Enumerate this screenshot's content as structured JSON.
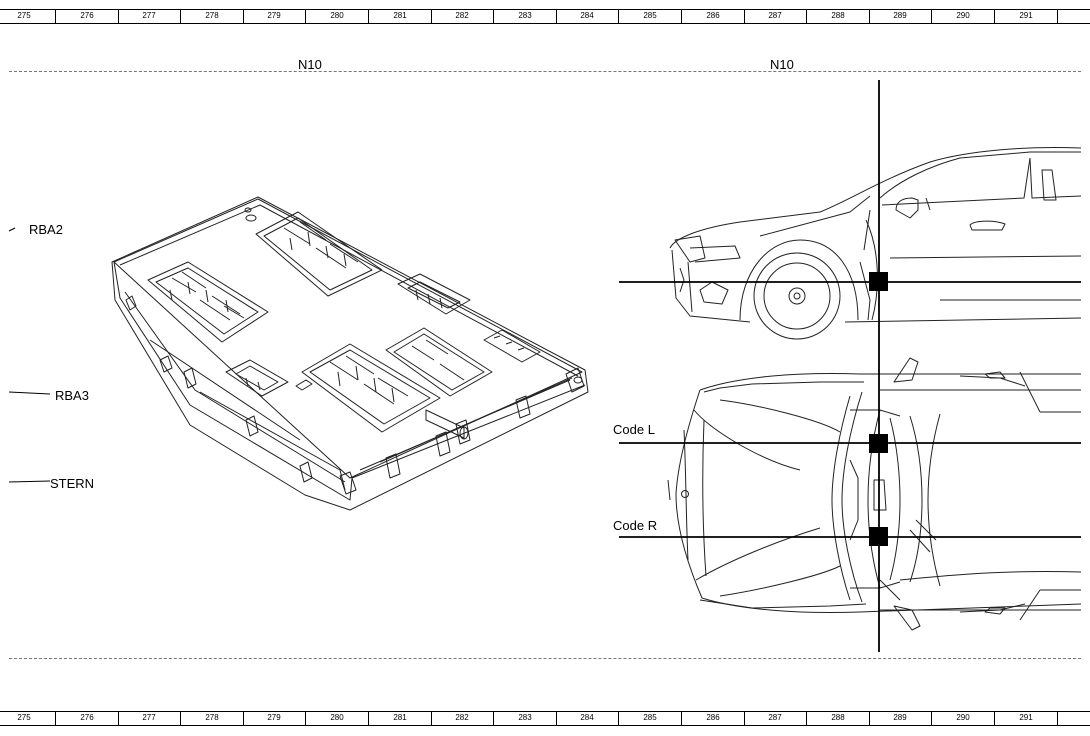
{
  "ruler": {
    "columns": [
      "275",
      "276",
      "277",
      "278",
      "279",
      "280",
      "281",
      "282",
      "283",
      "284",
      "285",
      "286",
      "287",
      "288",
      "289",
      "290",
      "291"
    ]
  },
  "sections": {
    "left_title": "N10",
    "right_title": "N10"
  },
  "connectors": {
    "rba2": "RBA2",
    "rba3": "RBA3",
    "stern": "STERN"
  },
  "codes": {
    "code_l": "Code L",
    "code_r": "Code R"
  }
}
